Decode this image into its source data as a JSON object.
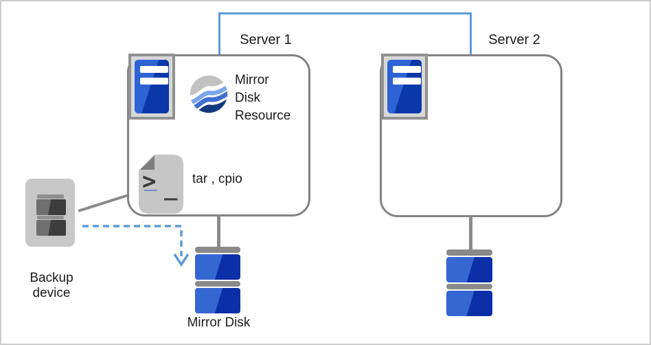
{
  "colors": {
    "accent": "#5B9BD5",
    "box-border": "#828282",
    "line-gray": "#8A8A8A",
    "text": "#1A1A1A",
    "server-blue-light": "#2E63D6",
    "server-blue-dark": "#0B38A8",
    "disk-blue-light": "#3567D2",
    "disk-blue-dark": "#0B2FA6",
    "device-gray": "#C8C8C8",
    "device-dark-left": "#6F6F6F",
    "device-dark-right": "#3C3C3C",
    "doc-gray": "#C6C6C6",
    "fold-gray": "#7E7E7E",
    "globe-gray": "#C2C2C2",
    "globe-light": "#79A7EA",
    "globe-mid": "#4170D1",
    "globe-dark": "#123A7E"
  },
  "servers": [
    {
      "label": "Server 1"
    },
    {
      "label": "Server 2"
    }
  ],
  "mirror_disk_resource": {
    "line1": "Mirror",
    "line2": "Disk",
    "line3": "Resource"
  },
  "script": {
    "prompt": ">",
    "cursor": "_",
    "label": "tar , cpio"
  },
  "backup_device": {
    "line1": "Backup",
    "line2": "device"
  },
  "mirror_disk": {
    "label": "Mirror Disk"
  },
  "icons": {
    "server_icon": "server-tower",
    "globe_icon": "mirror-disk-resource-globe",
    "script_icon": "shell-prompt-document",
    "backup_icon": "backup-tape-device",
    "disk_icon": "stacked-mirror-disk",
    "arrow_icon": "dashed-down-arrow"
  }
}
